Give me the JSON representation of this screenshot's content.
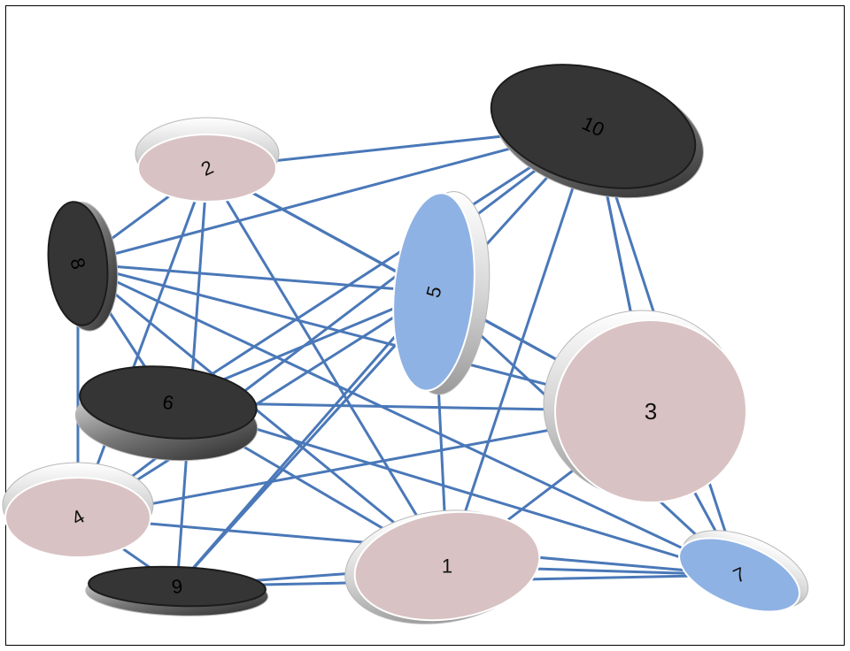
{
  "colors": {
    "edge": "#4a78b8",
    "pink": "#d9c2c3",
    "dark": "#353535",
    "blue": "#8fb2e4",
    "rim": "#e6e6e6"
  },
  "nodes": [
    {
      "id": "n1",
      "label": "1",
      "style": "pink"
    },
    {
      "id": "n2",
      "label": "2",
      "style": "pink"
    },
    {
      "id": "n3",
      "label": "3",
      "style": "pink"
    },
    {
      "id": "n4",
      "label": "4",
      "style": "pink"
    },
    {
      "id": "n5",
      "label": "5",
      "style": "blue"
    },
    {
      "id": "n6",
      "label": "6",
      "style": "dark"
    },
    {
      "id": "n7",
      "label": "7",
      "style": "blue"
    },
    {
      "id": "n8",
      "label": "8",
      "style": "dark"
    },
    {
      "id": "n9",
      "label": "9",
      "style": "dark"
    },
    {
      "id": "n10",
      "label": "10",
      "style": "dark"
    }
  ],
  "edges": [
    [
      "2",
      "10"
    ],
    [
      "2",
      "5"
    ],
    [
      "2",
      "3"
    ],
    [
      "2",
      "8"
    ],
    [
      "2",
      "1"
    ],
    [
      "2",
      "9"
    ],
    [
      "2",
      "4"
    ],
    [
      "10",
      "8"
    ],
    [
      "10",
      "6"
    ],
    [
      "10",
      "1"
    ],
    [
      "10",
      "4"
    ],
    [
      "10",
      "9"
    ],
    [
      "10",
      "7"
    ],
    [
      "10",
      "3"
    ],
    [
      "8",
      "5"
    ],
    [
      "8",
      "3"
    ],
    [
      "8",
      "7"
    ],
    [
      "8",
      "1"
    ],
    [
      "8",
      "4"
    ],
    [
      "8",
      "6"
    ],
    [
      "6",
      "5"
    ],
    [
      "6",
      "3"
    ],
    [
      "6",
      "7"
    ],
    [
      "6",
      "1"
    ],
    [
      "4",
      "3"
    ],
    [
      "4",
      "5"
    ],
    [
      "4",
      "7"
    ],
    [
      "4",
      "9"
    ],
    [
      "9",
      "1"
    ],
    [
      "9",
      "5"
    ],
    [
      "9",
      "7"
    ],
    [
      "1",
      "3"
    ],
    [
      "1",
      "5"
    ],
    [
      "1",
      "7"
    ],
    [
      "5",
      "3"
    ],
    [
      "5",
      "7"
    ],
    [
      "3",
      "7"
    ],
    [
      "3",
      "10"
    ]
  ]
}
